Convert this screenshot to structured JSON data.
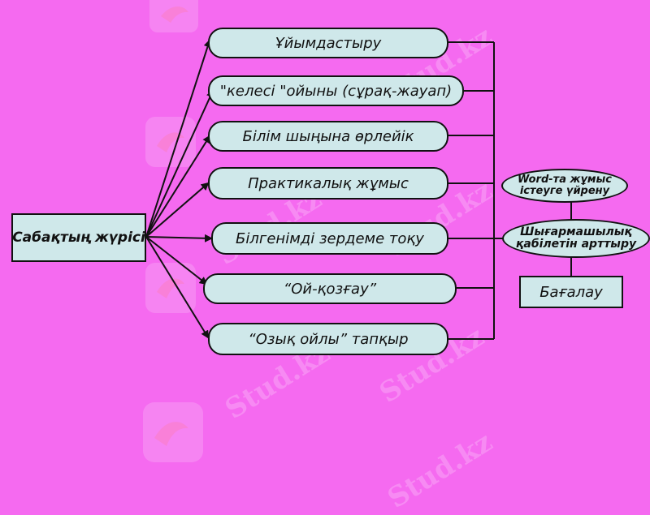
{
  "watermark": {
    "text": "Stud.kz"
  },
  "center_node": {
    "label": "Сабақтың жүрісі"
  },
  "branches": [
    {
      "label": "Ұйымдастыру"
    },
    {
      "label": "\"келесі \"ойыны (сұрақ-жауап)"
    },
    {
      "label": "Білім шыңына өрлейік"
    },
    {
      "label": "Практикалық жұмыс"
    },
    {
      "label": "Білгенімді зердеме тоқу"
    },
    {
      "label": "“Ой-қозғау”"
    },
    {
      "label": "“Озық ойлы” тапқыр"
    }
  ],
  "right_nodes": {
    "word_skill": {
      "line1": "Word-та жұмыс",
      "line2": "істеуге үйрену"
    },
    "creativity": {
      "line1": "Шығармашылық",
      "line2": "қабілетін арттыру"
    },
    "assessment": {
      "label": "Бағалау"
    }
  },
  "colors": {
    "background": "#f56af0",
    "node_fill": "#cfe8ea",
    "stroke": "#111111"
  }
}
